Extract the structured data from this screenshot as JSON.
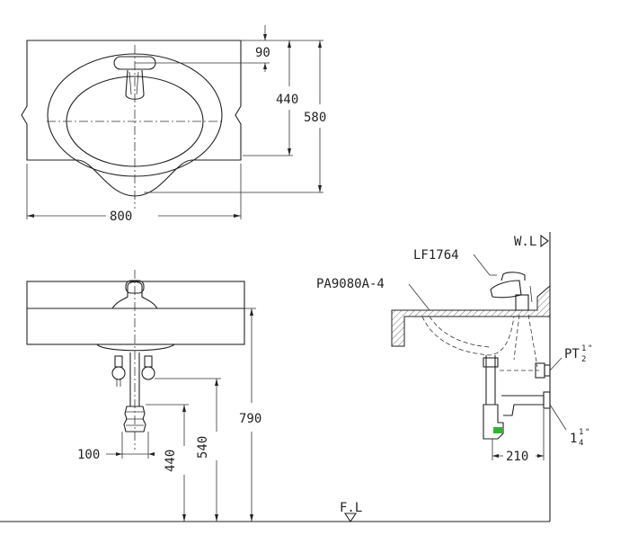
{
  "top_view": {
    "width": "800",
    "depth": "580",
    "bowl_depth": "440",
    "faucet_offset": "90"
  },
  "front_view": {
    "height_790": "790",
    "height_540": "540",
    "height_440": "440",
    "spacing_100": "100"
  },
  "side_view": {
    "faucet_model": "LF1764",
    "basin_model": "PA9080A-4",
    "water_line": "W.L",
    "floor_line": "F.L",
    "pipe_pt": "PT",
    "pipe_pt_num": "1",
    "pipe_pt_den": "2",
    "pipe_pt_inch": "\"",
    "drain_whole": "1",
    "drain_num": "1",
    "drain_den": "4",
    "drain_inch": "\"",
    "trap_offset": "210"
  },
  "colors": {
    "line": "#222222",
    "accent_green": "#2fb52f"
  }
}
